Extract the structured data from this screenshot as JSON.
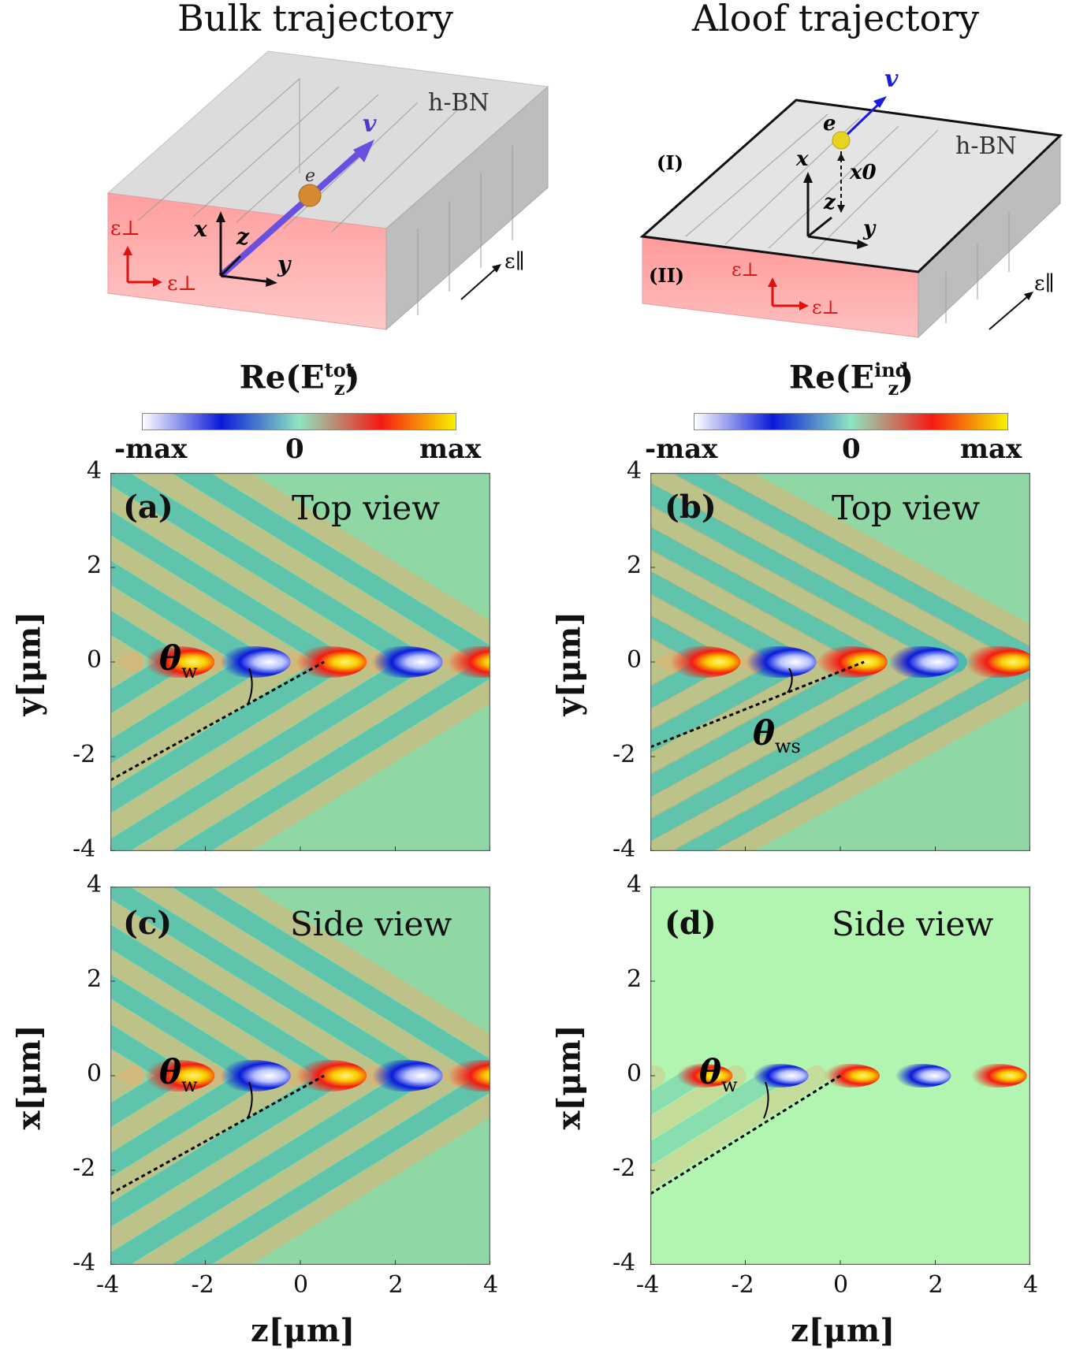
{
  "titles": {
    "left": "Bulk trajectory",
    "right": "Aloof trajectory"
  },
  "schematics": {
    "left": {
      "material": "h-BN",
      "velocity": "v",
      "electron": "e",
      "axes": [
        "x",
        "z",
        "y"
      ],
      "eps_perp": "ε⊥",
      "eps_par": "ε∥"
    },
    "right": {
      "material": "h-BN",
      "velocity": "v",
      "electron": "e",
      "axes": [
        "x",
        "z",
        "y"
      ],
      "x0": "x0",
      "region_I": "(I)",
      "region_II": "(II)",
      "eps_perp": "ε⊥",
      "eps_par": "ε∥"
    }
  },
  "colorbars": {
    "left": {
      "title_main": "Re(E",
      "title_sub": "z",
      "title_sup": "tot",
      "title_end": ")",
      "min": "-max",
      "mid": "0",
      "max": "max"
    },
    "right": {
      "title_main": "Re(E",
      "title_sub": "z",
      "title_sup": "ind",
      "title_end": ")",
      "min": "-max",
      "mid": "0",
      "max": "max"
    }
  },
  "colors": {
    "blue": "#0a1ad8",
    "red": "#f41a12",
    "yellow": "#f8f200",
    "green": "#8ee6c0",
    "white": "#ffffff"
  },
  "chart_data": [
    {
      "type": "heatmap",
      "panel": "(a)",
      "view": "Top view",
      "xlabel": "z[μm]",
      "ylabel": "y[μm]",
      "xlim": [
        -4,
        4
      ],
      "ylim": [
        -4,
        4
      ],
      "xticks": [
        -4,
        -2,
        0,
        2,
        4
      ],
      "yticks": [
        -4,
        -2,
        0,
        2,
        4
      ],
      "angle_label": "θw",
      "angle_sub": "w",
      "wake_line": {
        "from": [
          -4,
          -2.5
        ],
        "to": [
          0.5,
          0
        ]
      },
      "lobes": [
        {
          "z": -2.6,
          "sign": 1
        },
        {
          "z": -1.0,
          "sign": -1
        },
        {
          "z": 0.6,
          "sign": 1
        },
        {
          "z": 2.2,
          "sign": -1
        },
        {
          "z": 3.8,
          "sign": 1
        }
      ]
    },
    {
      "type": "heatmap",
      "panel": "(b)",
      "view": "Top view",
      "xlabel": "z[μm]",
      "ylabel": "y[μm]",
      "xlim": [
        -4,
        4
      ],
      "ylim": [
        -4,
        4
      ],
      "xticks": [
        -4,
        -2,
        0,
        2,
        4
      ],
      "yticks": [
        -4,
        -2,
        0,
        2,
        4
      ],
      "angle_label": "θws",
      "angle_sub": "ws",
      "wake_line": {
        "from": [
          -4,
          -1.8
        ],
        "to": [
          0.5,
          0
        ]
      },
      "lobes": [
        {
          "z": -2.9,
          "sign": 1
        },
        {
          "z": -1.3,
          "sign": -1
        },
        {
          "z": 0.2,
          "sign": 1
        },
        {
          "z": 1.7,
          "sign": -1
        },
        {
          "z": 3.3,
          "sign": 1
        }
      ]
    },
    {
      "type": "heatmap",
      "panel": "(c)",
      "view": "Side view",
      "xlabel": "z[μm]",
      "ylabel": "x[μm]",
      "xlim": [
        -4,
        4
      ],
      "ylim": [
        -4,
        4
      ],
      "xticks": [
        -4,
        -2,
        0,
        2,
        4
      ],
      "yticks": [
        -4,
        -2,
        0,
        2,
        4
      ],
      "angle_label": "θw",
      "angle_sub": "w",
      "wake_line": {
        "from": [
          -4,
          -2.5
        ],
        "to": [
          0.5,
          0
        ]
      },
      "lobes": [
        {
          "z": -2.6,
          "sign": 1
        },
        {
          "z": -1.0,
          "sign": -1
        },
        {
          "z": 0.6,
          "sign": 1
        },
        {
          "z": 2.2,
          "sign": -1
        },
        {
          "z": 3.8,
          "sign": 1
        }
      ]
    },
    {
      "type": "heatmap",
      "panel": "(d)",
      "view": "Side view",
      "xlabel": "z[μm]",
      "ylabel": "x[μm]",
      "xlim": [
        -4,
        4
      ],
      "ylim": [
        -4,
        4
      ],
      "xticks": [
        -4,
        -2,
        0,
        2,
        4
      ],
      "yticks": [
        -4,
        -2,
        0,
        2,
        4
      ],
      "angle_label": "θw",
      "angle_sub": "w",
      "wake_line": {
        "from": [
          -4,
          -2.5
        ],
        "to": [
          0,
          0
        ]
      },
      "lobes": [
        {
          "z": -2.9,
          "sign": 1
        },
        {
          "z": -1.3,
          "sign": -1
        },
        {
          "z": 0.2,
          "sign": 1
        },
        {
          "z": 1.7,
          "sign": -1
        },
        {
          "z": 3.3,
          "sign": 1
        }
      ]
    }
  ]
}
